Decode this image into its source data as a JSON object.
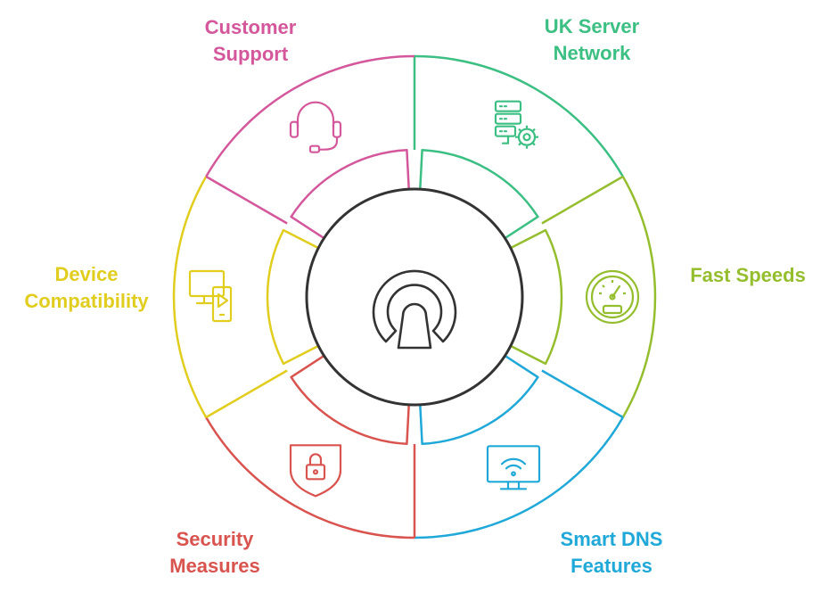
{
  "segments": [
    {
      "key": "uk-server-network",
      "lines": [
        "UK Server",
        "Network"
      ],
      "color": "#3cbf82",
      "icon": "server-gear-icon"
    },
    {
      "key": "fast-speeds",
      "lines": [
        "Fast Speeds"
      ],
      "color": "#95be2e",
      "icon": "speedometer-icon"
    },
    {
      "key": "smart-dns-features",
      "lines": [
        "Smart DNS",
        "Features"
      ],
      "color": "#1fa8d8",
      "icon": "wifi-monitor-icon"
    },
    {
      "key": "security-measures",
      "lines": [
        "Security",
        "Measures"
      ],
      "color": "#d9534f",
      "icon": "shield-lock-icon"
    },
    {
      "key": "device-compatibility",
      "lines": [
        "Device",
        "Compatibility"
      ],
      "color": "#e1cd1e",
      "icon": "devices-icon"
    },
    {
      "key": "customer-support",
      "lines": [
        "Customer",
        "Support"
      ],
      "color": "#d4579c",
      "icon": "headset-icon"
    }
  ],
  "center": {
    "icon": "keyhole-icon",
    "color": "#333333"
  }
}
